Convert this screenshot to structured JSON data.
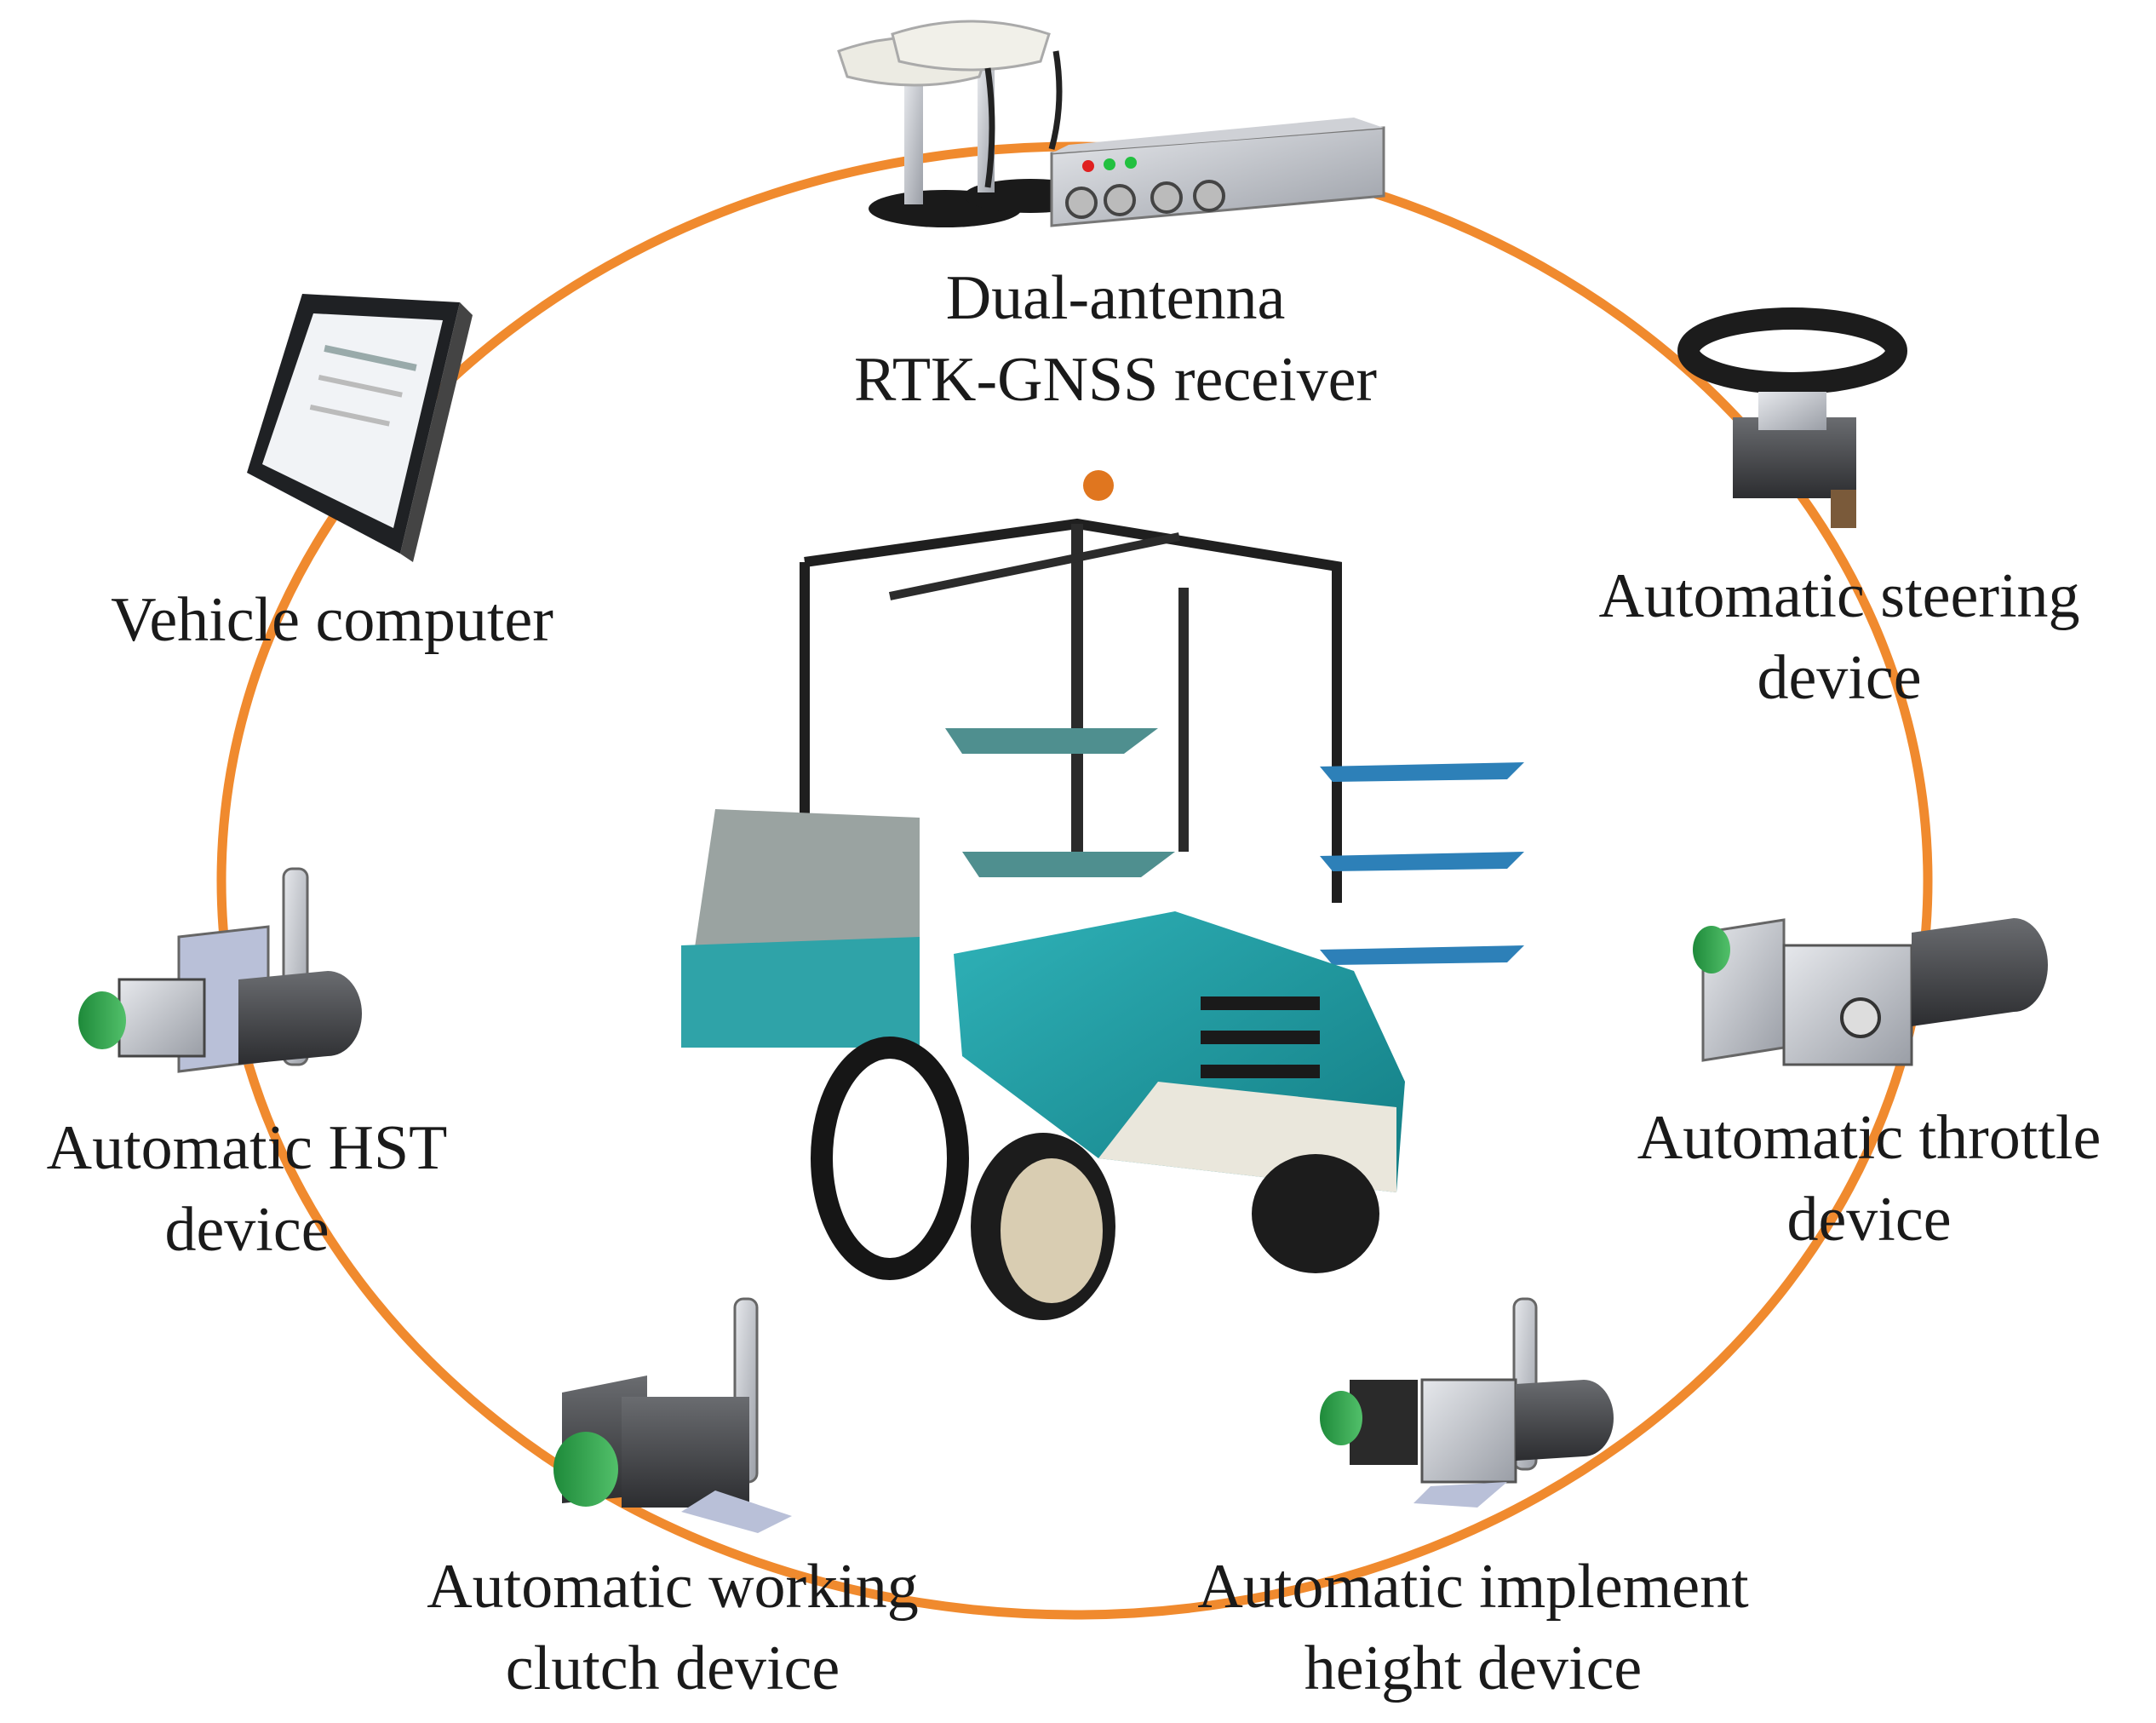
{
  "diagram": {
    "ring_color": "#F08A2E",
    "components": [
      {
        "id": "gnss",
        "lines": [
          "Dual-antenna",
          "RTK-GNSS receiver"
        ],
        "icon": "gnss-receiver-icon"
      },
      {
        "id": "steering",
        "lines": [
          "Automatic steering",
          "device"
        ],
        "icon": "steering-wheel-icon"
      },
      {
        "id": "throttle",
        "lines": [
          "Automatic throttle",
          "device"
        ],
        "icon": "throttle-actuator-icon"
      },
      {
        "id": "implement",
        "lines": [
          "Automatic implement",
          "height device"
        ],
        "icon": "implement-actuator-icon"
      },
      {
        "id": "clutch",
        "lines": [
          "Automatic working",
          "clutch device"
        ],
        "icon": "clutch-actuator-icon"
      },
      {
        "id": "hst",
        "lines": [
          "Automatic HST",
          "device"
        ],
        "icon": "hst-actuator-icon"
      },
      {
        "id": "computer",
        "lines": [
          "Vehicle computer"
        ],
        "icon": "vehicle-computer-icon"
      }
    ],
    "center_icon": "rice-transplanter-icon"
  }
}
